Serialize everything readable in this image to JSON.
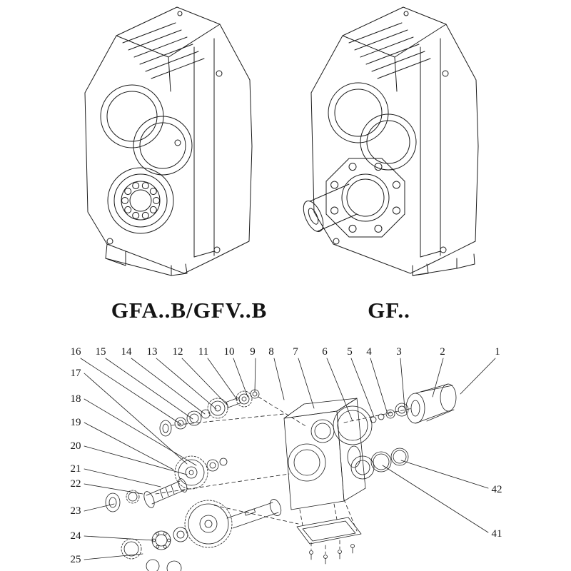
{
  "diagram": {
    "left_model_label": "GFA..B/GFV..B",
    "right_model_label": "GF..",
    "callouts": {
      "top": [
        "16",
        "15",
        "14",
        "13",
        "12",
        "11",
        "10",
        "9",
        "8",
        "7",
        "6",
        "5",
        "4",
        "3",
        "2",
        "1"
      ],
      "left": [
        "17",
        "18",
        "19",
        "20",
        "21",
        "22",
        "23",
        "24",
        "25"
      ],
      "right": [
        "42",
        "41"
      ]
    }
  }
}
